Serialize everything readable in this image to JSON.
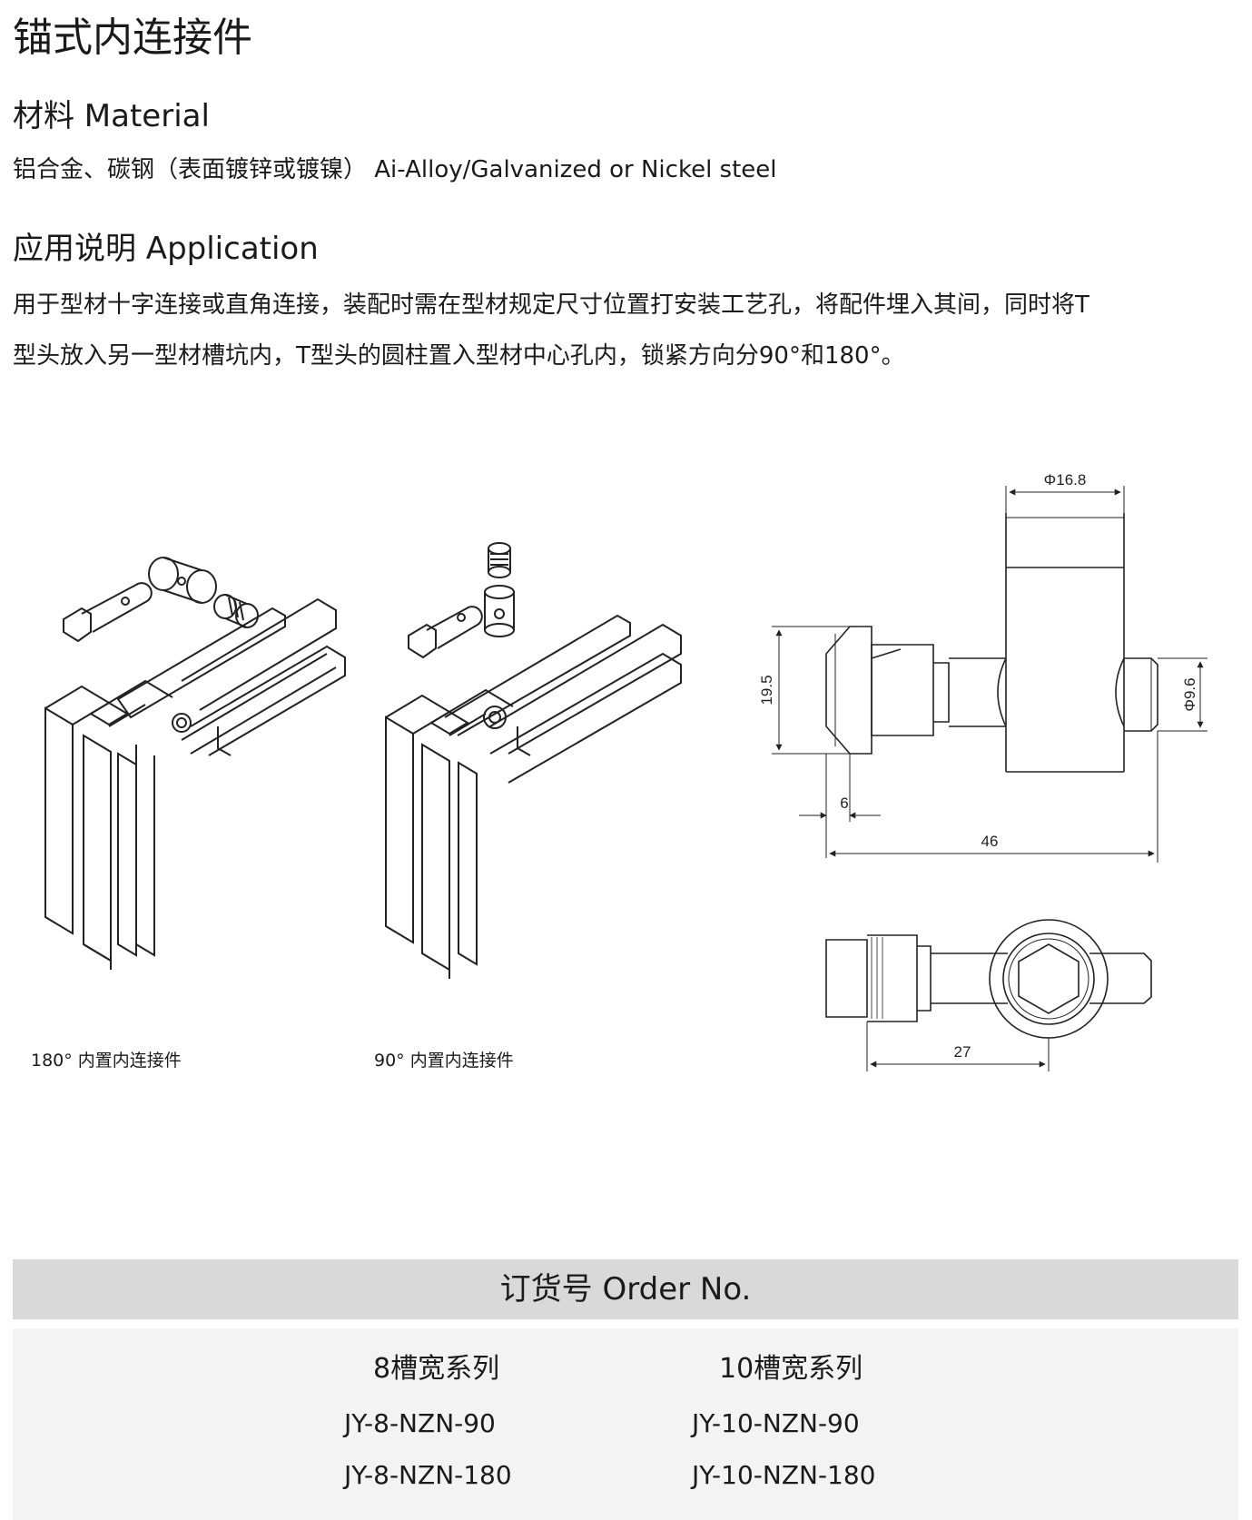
{
  "title": "锚式内连接件",
  "material": {
    "heading": "材料 Material",
    "text": "铝合金、碳钢（表面镀锌或镀镍） Ai-Alloy/Galvanized or Nickel steel"
  },
  "application": {
    "heading": "应用说明 Application",
    "line1": "用于型材十字连接或直角连接，装配时需在型材规定尺寸位置打安装工艺孔，将配件埋入其间，同时将T",
    "line2": "型头放入另一型材槽坑内，T型头的圆柱置入型材中心孔内，锁紧方向分90°和180°。"
  },
  "figures": {
    "caption_180": "180°  内置内连接件",
    "caption_90": "90°  内置内连接件"
  },
  "drawing": {
    "dim_phi_top": "Φ16.8",
    "dim_19_5": "19.5",
    "dim_phi_side": "Φ9.6",
    "dim_6": "6",
    "dim_46": "46",
    "dim_27": "27"
  },
  "order": {
    "heading": "订货号 Order No.",
    "series_8": {
      "title": "8槽宽系列",
      "codes": [
        "JY-8-NZN-90",
        "JY-8-NZN-180"
      ]
    },
    "series_10": {
      "title": "10槽宽系列",
      "codes": [
        "JY-10-NZN-90",
        "JY-10-NZN-180"
      ]
    }
  }
}
